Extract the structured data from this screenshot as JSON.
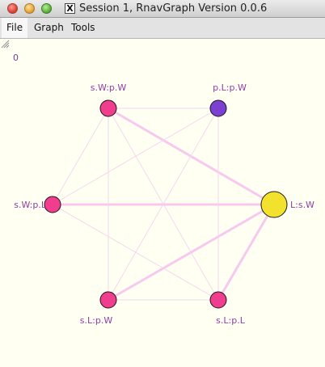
{
  "window": {
    "title": "Session 1, RnavGraph Version 0.0.6",
    "x11_glyph": "X"
  },
  "menu": [
    "File",
    "Graph",
    "Tools"
  ],
  "canvas": {
    "counter": "0",
    "background": "#fffff2"
  },
  "graph": {
    "nodes": [
      {
        "id": "sWpW",
        "label": "s.W:p.W",
        "color": "#f03d8e"
      },
      {
        "id": "pLpW",
        "label": "p.L:p.W",
        "color": "#7b3fd1"
      },
      {
        "id": "sWpL",
        "label": "s.W:p.L",
        "color": "#f03d8e"
      },
      {
        "id": "LsW",
        "label": "L:s.W",
        "color": "#f2e22e",
        "highlighted": true
      },
      {
        "id": "sLpW",
        "label": "s.L:p.W",
        "color": "#f03d8e"
      },
      {
        "id": "sLpL",
        "label": "s.L:p.L",
        "color": "#f03d8e"
      }
    ],
    "edges": [
      {
        "from": "sWpW",
        "to": "pLpW",
        "weight": "light"
      },
      {
        "from": "sWpW",
        "to": "sWpL",
        "weight": "light"
      },
      {
        "from": "sWpW",
        "to": "LsW",
        "weight": "heavy"
      },
      {
        "from": "sWpW",
        "to": "sLpW",
        "weight": "light"
      },
      {
        "from": "sWpW",
        "to": "sLpL",
        "weight": "light"
      },
      {
        "from": "pLpW",
        "to": "sWpL",
        "weight": "light"
      },
      {
        "from": "pLpW",
        "to": "sLpW",
        "weight": "light"
      },
      {
        "from": "pLpW",
        "to": "sLpL",
        "weight": "light"
      },
      {
        "from": "sWpL",
        "to": "LsW",
        "weight": "heavy"
      },
      {
        "from": "sWpL",
        "to": "sLpL",
        "weight": "light"
      },
      {
        "from": "LsW",
        "to": "sLpW",
        "weight": "heavy"
      },
      {
        "from": "LsW",
        "to": "sLpL",
        "weight": "heavy"
      },
      {
        "from": "sLpW",
        "to": "sLpL",
        "weight": "light"
      }
    ],
    "edge_colors": {
      "light": "#f6d7f3",
      "heavy": "#f7c9ef"
    }
  }
}
